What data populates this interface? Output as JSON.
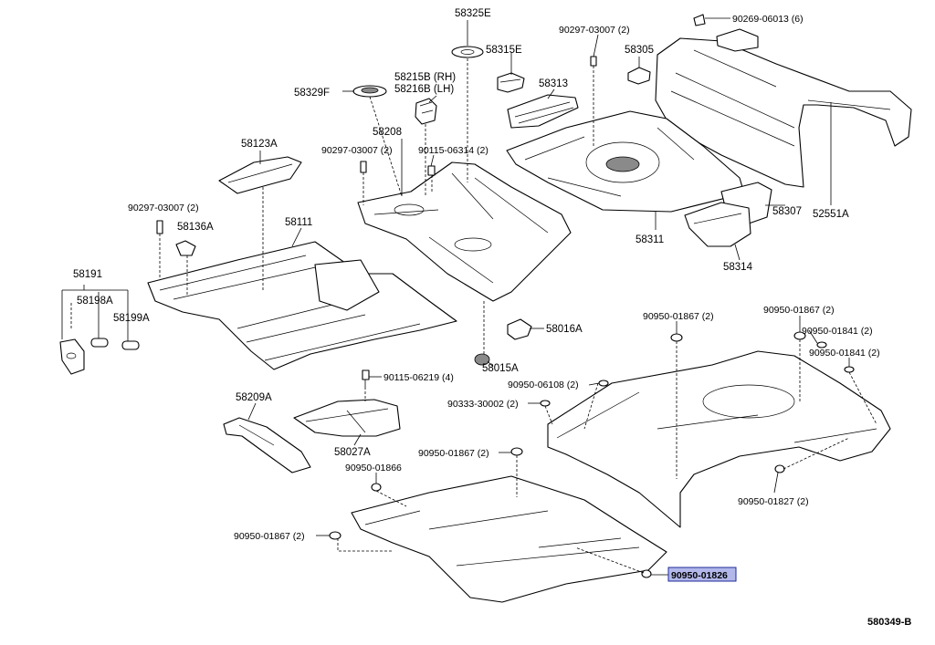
{
  "diagram_code": "580349-B",
  "labels": {
    "p58325E": "58325E",
    "p58315E": "58315E",
    "p90297_top": "90297-03007 (2)",
    "p58305": "58305",
    "p90269": "90269-06013 (6)",
    "p58215B": "58215B (RH)",
    "p58216B": "58216B (LH)",
    "p58329F": "58329F",
    "p58313": "58313",
    "p58208": "58208",
    "p58123A": "58123A",
    "p90297_mid": "90297-03007 (2)",
    "p90115_06314": "90115-06314 (2)",
    "p90297_left": "90297-03007 (2)",
    "p58136A": "58136A",
    "p58111": "58111",
    "p58311": "58311",
    "p58307": "58307",
    "p52551A": "52551A",
    "p58314": "58314",
    "p58191": "58191",
    "p58198A": "58198A",
    "p58199A": "58199A",
    "p58016A": "58016A",
    "p58015A": "58015A",
    "p90950_01867_a": "90950-01867 (2)",
    "p90950_01867_b": "90950-01867 (2)",
    "p90950_01841_a": "90950-01841 (2)",
    "p90950_01841_b": "90950-01841 (2)",
    "p90115_06219": "90115-06219 (4)",
    "p90950_06108": "90950-06108 (2)",
    "p58209A": "58209A",
    "p90333": "90333-30002 (2)",
    "p58027A": "58027A",
    "p90950_01867_c": "90950-01867 (2)",
    "p90950_01866": "90950-01866",
    "p90950_01827": "90950-01827 (2)",
    "p90950_01867_d": "90950-01867 (2)",
    "p90950_01826": "90950-01826"
  },
  "colors": {
    "highlight_fill": "#b3b8ea",
    "highlight_border": "#1c2a9a"
  }
}
